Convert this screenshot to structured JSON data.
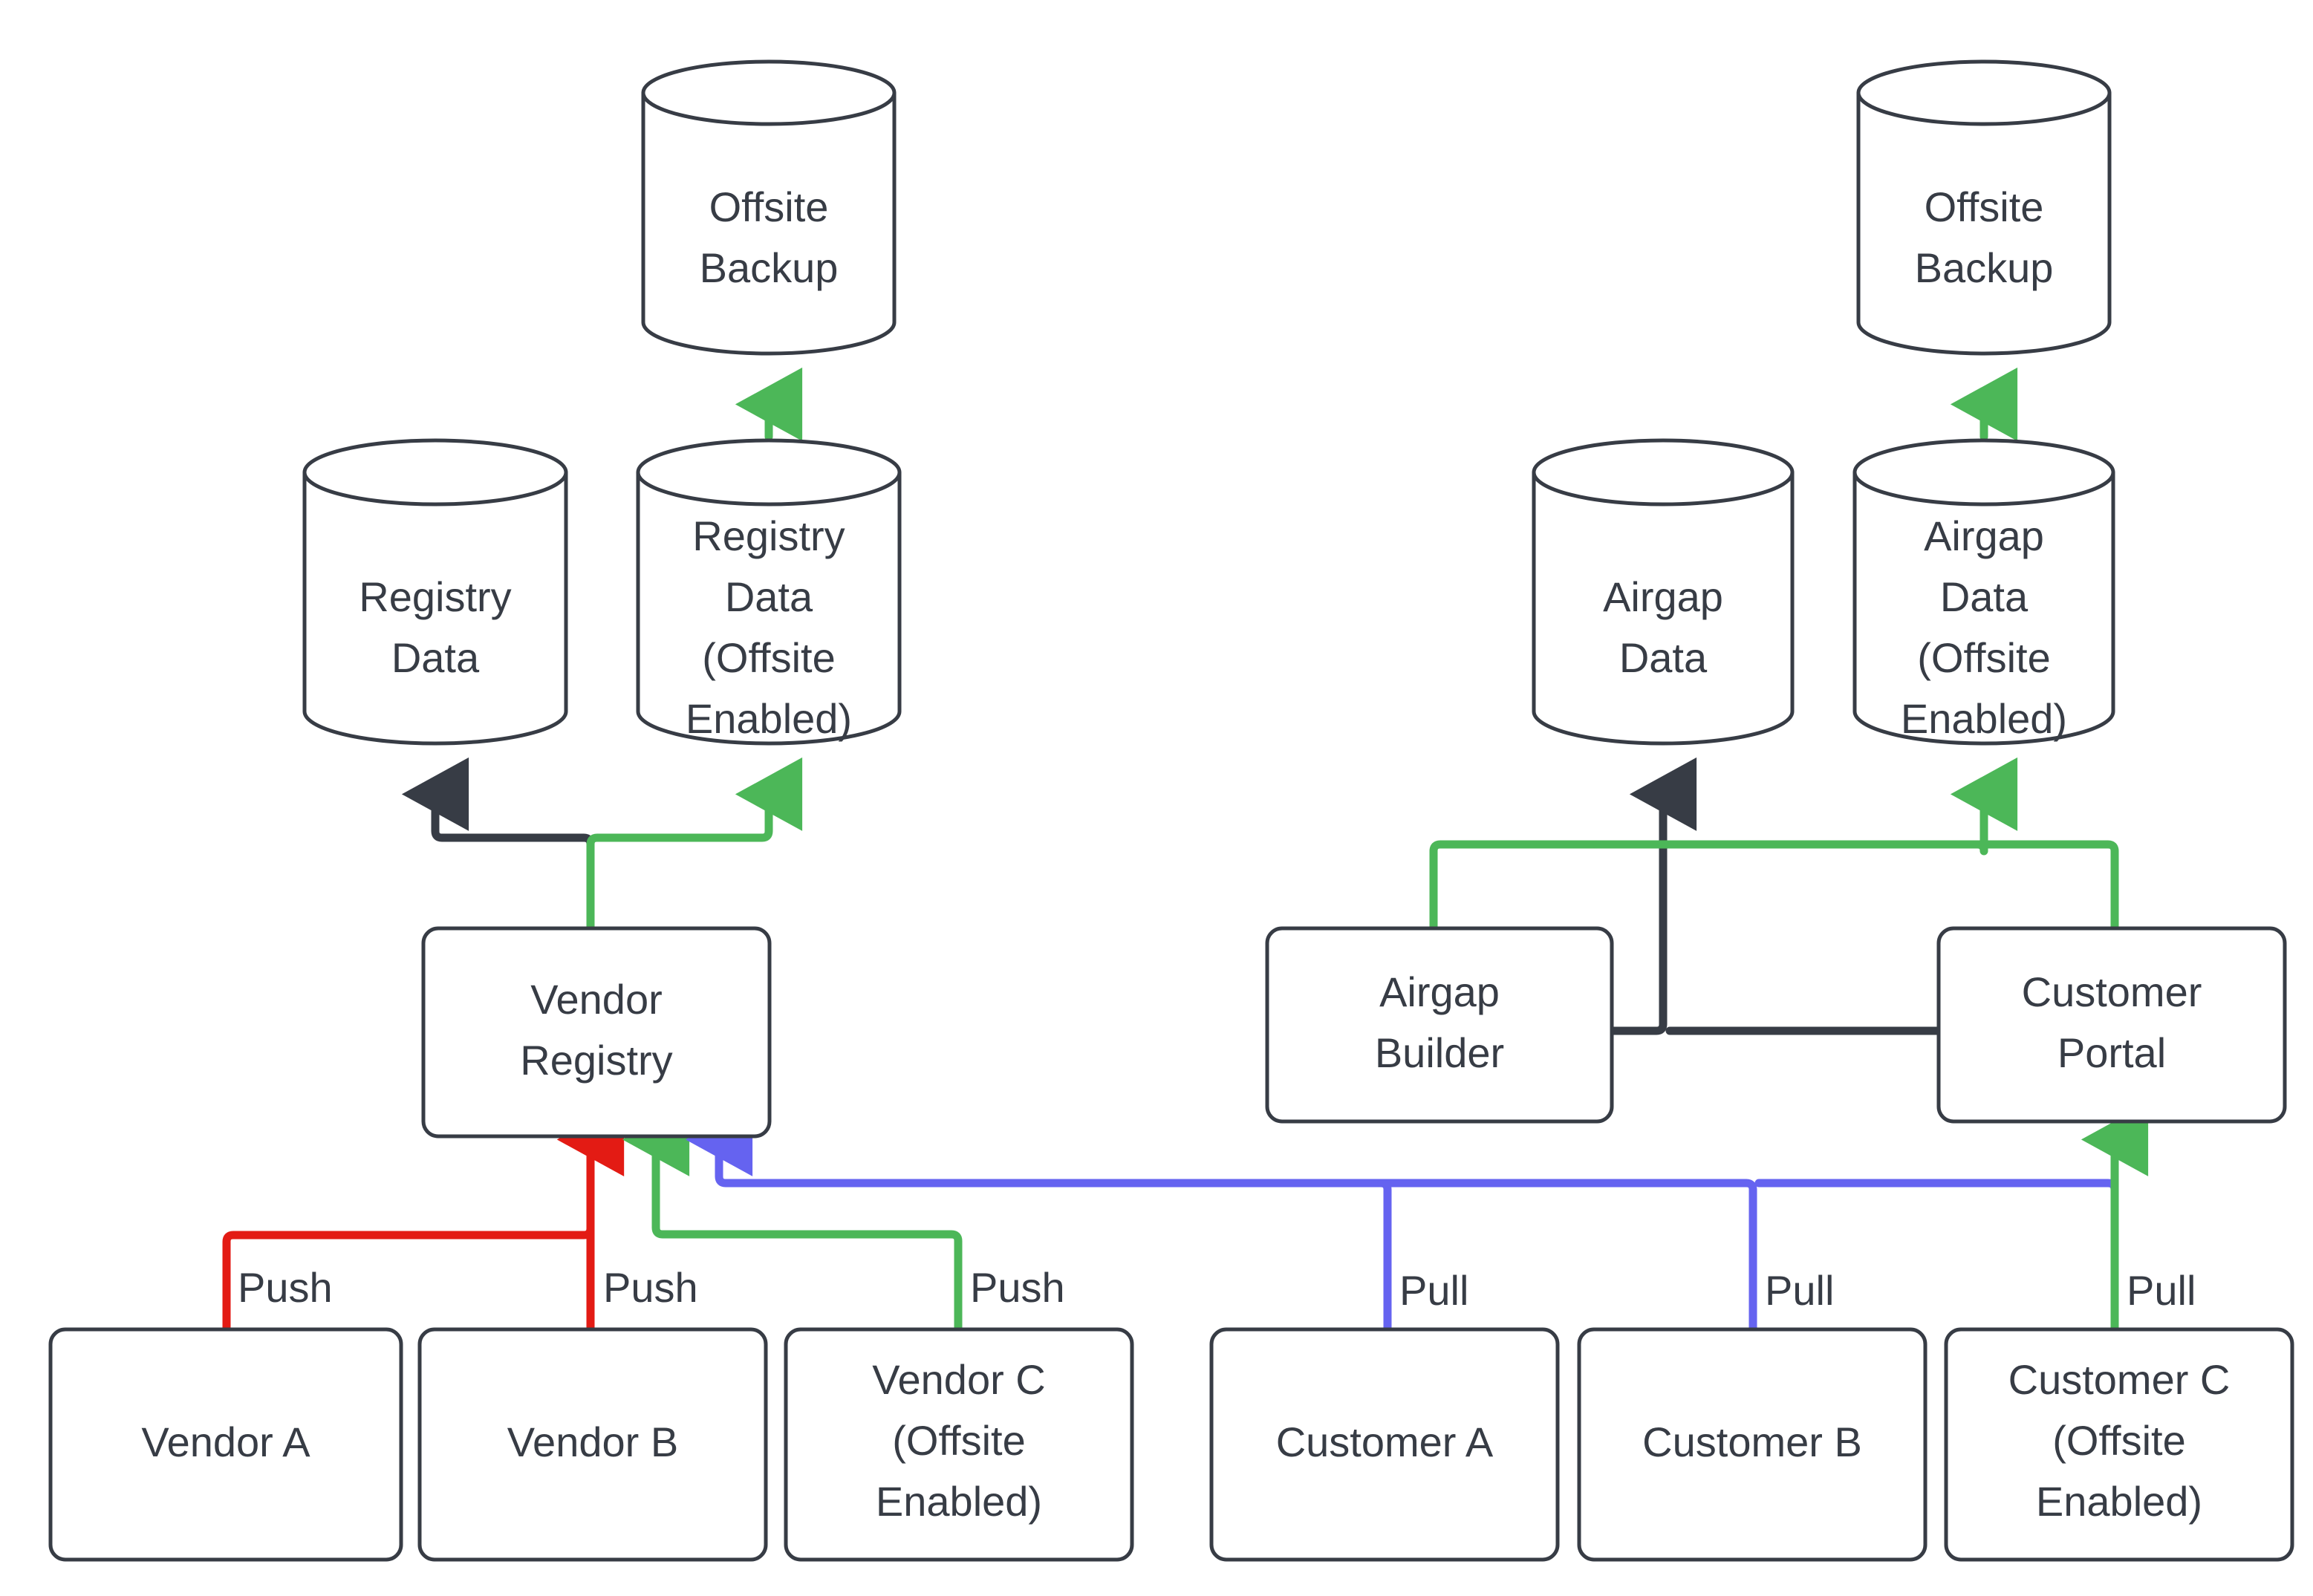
{
  "diagram": {
    "type": "flowchart",
    "title": "",
    "background_color": "#ffffff",
    "node_stroke_color": "#373C45",
    "text_color": "#373C45",
    "edge_colors": {
      "default": "#373C45",
      "offsite_green": "#4CB758",
      "push_red": "#E31B14",
      "pull_blue": "#6563F0"
    },
    "nodes": {
      "offsite_backup_left": {
        "label_lines": [
          "Offsite",
          "Backup"
        ],
        "shape": "cylinder"
      },
      "offsite_backup_right": {
        "label_lines": [
          "Offsite",
          "Backup"
        ],
        "shape": "cylinder"
      },
      "registry_data": {
        "label_lines": [
          "Registry",
          "Data"
        ],
        "shape": "cylinder"
      },
      "registry_data_offsite": {
        "label_lines": [
          "Registry",
          "Data",
          "(Offsite",
          "Enabled)"
        ],
        "shape": "cylinder"
      },
      "airgap_data": {
        "label_lines": [
          "Airgap",
          "Data"
        ],
        "shape": "cylinder"
      },
      "airgap_data_offsite": {
        "label_lines": [
          "Airgap",
          "Data",
          "(Offsite",
          "Enabled)"
        ],
        "shape": "cylinder"
      },
      "vendor_registry": {
        "label_lines": [
          "Vendor",
          "Registry"
        ],
        "shape": "rounded-rect"
      },
      "airgap_builder": {
        "label_lines": [
          "Airgap",
          "Builder"
        ],
        "shape": "rounded-rect"
      },
      "customer_portal": {
        "label_lines": [
          "Customer",
          "Portal"
        ],
        "shape": "rounded-rect"
      },
      "vendor_a": {
        "label_lines": [
          "Vendor A"
        ],
        "shape": "rounded-rect"
      },
      "vendor_b": {
        "label_lines": [
          "Vendor B"
        ],
        "shape": "rounded-rect"
      },
      "vendor_c": {
        "label_lines": [
          "Vendor C",
          "(Offsite",
          "Enabled)"
        ],
        "shape": "rounded-rect"
      },
      "customer_a": {
        "label_lines": [
          "Customer A"
        ],
        "shape": "rounded-rect"
      },
      "customer_b": {
        "label_lines": [
          "Customer B"
        ],
        "shape": "rounded-rect"
      },
      "customer_c": {
        "label_lines": [
          "Customer C",
          "(Offsite",
          "Enabled)"
        ],
        "shape": "rounded-rect"
      }
    },
    "edge_labels": {
      "vendor_a_push": "Push",
      "vendor_b_push": "Push",
      "vendor_c_push": "Push",
      "customer_a_pull": "Pull",
      "customer_b_pull": "Pull",
      "customer_c_pull": "Pull"
    },
    "edges": [
      {
        "from": "registry_data_offsite",
        "to": "offsite_backup_left",
        "color": "#4CB758",
        "label": ""
      },
      {
        "from": "airgap_data_offsite",
        "to": "offsite_backup_right",
        "color": "#4CB758",
        "label": ""
      },
      {
        "from": "vendor_registry",
        "to": "registry_data",
        "color": "#373C45",
        "label": ""
      },
      {
        "from": "vendor_registry",
        "to": "registry_data_offsite",
        "color": "#4CB758",
        "label": ""
      },
      {
        "from": "vendor_a",
        "to": "vendor_registry",
        "color": "#E31B14",
        "label": "Push"
      },
      {
        "from": "vendor_b",
        "to": "vendor_registry",
        "color": "#E31B14",
        "label": "Push"
      },
      {
        "from": "vendor_c",
        "to": "vendor_registry",
        "color": "#4CB758",
        "label": "Push"
      },
      {
        "from": "customer_a",
        "to": "vendor_registry",
        "color": "#6563F0",
        "label": "Pull"
      },
      {
        "from": "customer_b",
        "to": "vendor_registry",
        "color": "#6563F0",
        "label": "Pull"
      },
      {
        "from": "customer_c",
        "to": "customer_portal",
        "color": "#4CB758",
        "label": "Pull"
      },
      {
        "from": "airgap_builder",
        "to": "airgap_data",
        "color": "#373C45",
        "label": ""
      },
      {
        "from": "customer_portal",
        "to": "airgap_data",
        "color": "#373C45",
        "label": ""
      },
      {
        "from": "airgap_builder",
        "to": "airgap_data_offsite",
        "color": "#4CB758",
        "label": ""
      },
      {
        "from": "customer_portal",
        "to": "airgap_data_offsite",
        "color": "#4CB758",
        "label": ""
      }
    ]
  }
}
